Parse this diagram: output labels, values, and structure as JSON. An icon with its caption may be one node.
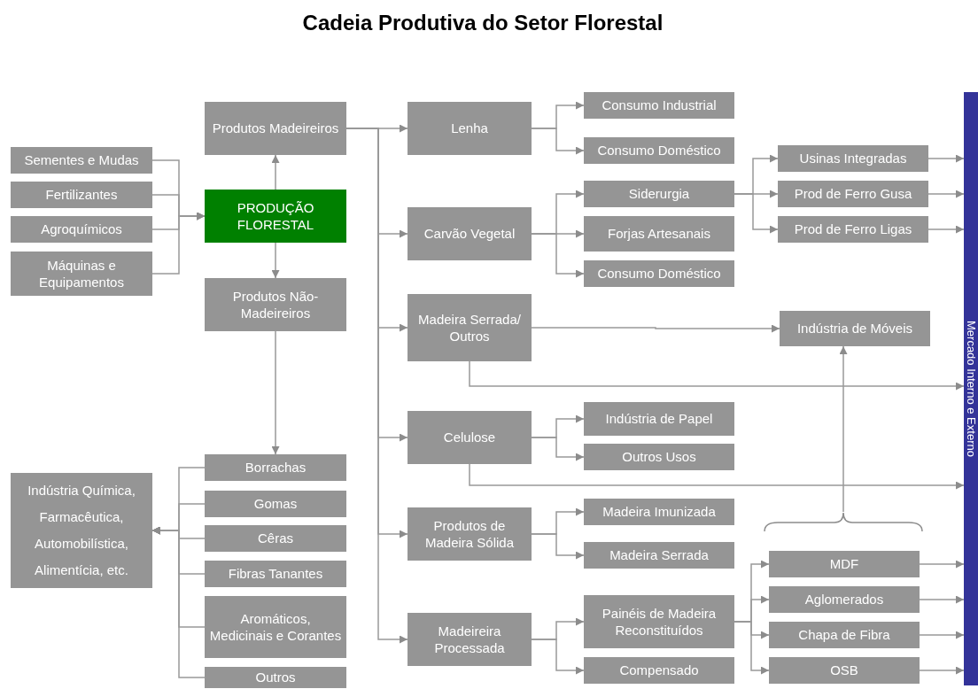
{
  "diagram": {
    "title": "Cadeia Produtiva do Setor Florestal",
    "nodes": [
      {
        "text": [
          "Sementes e Mudas"
        ]
      },
      {
        "text": [
          "Fertilizantes"
        ]
      },
      {
        "text": [
          "Agroquímicos"
        ]
      },
      {
        "text": [
          "Máquinas e Equipamentos"
        ]
      },
      {
        "text": [
          "PRODUÇÃO FLORESTAL"
        ]
      },
      {
        "text": [
          "Produtos Madeireiros"
        ]
      },
      {
        "text": [
          "Produtos Não-Madeireiros"
        ]
      },
      {
        "text": [
          "Lenha"
        ]
      },
      {
        "text": [
          "Consumo Industrial"
        ]
      },
      {
        "text": [
          "Consumo Doméstico"
        ]
      },
      {
        "text": [
          "Carvão Vegetal"
        ]
      },
      {
        "text": [
          "Siderurgia"
        ]
      },
      {
        "text": [
          "Forjas Artesanais"
        ]
      },
      {
        "text": [
          "Consumo Doméstico"
        ]
      },
      {
        "text": [
          "Usinas Integradas"
        ]
      },
      {
        "text": [
          "Prod de Ferro Gusa"
        ]
      },
      {
        "text": [
          "Prod de Ferro Ligas"
        ]
      },
      {
        "text": [
          "Madeira Serrada/ Outros"
        ]
      },
      {
        "text": [
          "Indústria de Móveis"
        ]
      },
      {
        "text": [
          "Celulose"
        ]
      },
      {
        "text": [
          "Indústria de Papel"
        ]
      },
      {
        "text": [
          "Outros Usos"
        ]
      },
      {
        "text": [
          "Produtos de Madeira Sólida"
        ]
      },
      {
        "text": [
          "Madeira Imunizada"
        ]
      },
      {
        "text": [
          "Madeira Serrada"
        ]
      },
      {
        "text": [
          "Madeireira Processada"
        ]
      },
      {
        "text": [
          "Painéis de Madeira Reconstituídos"
        ]
      },
      {
        "text": [
          "Compensado"
        ]
      },
      {
        "text": [
          "MDF"
        ]
      },
      {
        "text": [
          "Aglomerados"
        ]
      },
      {
        "text": [
          "Chapa de Fibra"
        ]
      },
      {
        "text": [
          "OSB"
        ]
      },
      {
        "text": [
          "Mercado Interno e Externo"
        ]
      },
      {
        "text": [
          "Borrachas"
        ]
      },
      {
        "text": [
          "Gomas"
        ]
      },
      {
        "text": [
          "Cêras"
        ]
      },
      {
        "text": [
          "Fibras Tanantes"
        ]
      },
      {
        "text": [
          "Aromáticos, Medicinais e Corantes"
        ]
      },
      {
        "text": [
          "Outros"
        ]
      },
      {
        "text": [
          "Indústria Química, Farmacêutica, Automobilística, Alimentícia, etc."
        ]
      },
      {
        "text": [],
        "shape": "brace"
      }
    ],
    "edges": [
      {
        "from": 0,
        "to": 4,
        "arrow": "to"
      },
      {
        "from": 1,
        "to": 4,
        "arrow": "to"
      },
      {
        "from": 2,
        "to": 4,
        "arrow": "to"
      },
      {
        "from": 3,
        "to": 4,
        "arrow": "to"
      },
      {
        "from": 4,
        "to": 5,
        "arrow": "to"
      },
      {
        "from": 4,
        "to": 6,
        "arrow": "to"
      },
      {
        "from": 5,
        "to": 7,
        "arrow": "to"
      },
      {
        "from": 5,
        "to": 10,
        "arrow": "to"
      },
      {
        "from": 5,
        "to": 17,
        "arrow": "to"
      },
      {
        "from": 5,
        "to": 19,
        "arrow": "to"
      },
      {
        "from": 5,
        "to": 22,
        "arrow": "to"
      },
      {
        "from": 5,
        "to": 25,
        "arrow": "to"
      },
      {
        "from": 7,
        "to": 8,
        "arrow": "to"
      },
      {
        "from": 7,
        "to": 9,
        "arrow": "to"
      },
      {
        "from": 10,
        "to": 11,
        "arrow": "to"
      },
      {
        "from": 10,
        "to": 12,
        "arrow": "to"
      },
      {
        "from": 10,
        "to": 13,
        "arrow": "to"
      },
      {
        "from": 11,
        "to": 14,
        "arrow": "to"
      },
      {
        "from": 11,
        "to": 15,
        "arrow": "to"
      },
      {
        "from": 11,
        "to": 16,
        "arrow": "to"
      },
      {
        "from": 14,
        "to": 32,
        "arrow": "to"
      },
      {
        "from": 15,
        "to": 32,
        "arrow": "to"
      },
      {
        "from": 16,
        "to": 32,
        "arrow": "to"
      },
      {
        "from": 17,
        "to": 18,
        "arrow": "to"
      },
      {
        "from": 17,
        "to": 32,
        "arrow": "to"
      },
      {
        "from": 19,
        "to": 20,
        "arrow": "to"
      },
      {
        "from": 19,
        "to": 21,
        "arrow": "to"
      },
      {
        "from": 19,
        "to": 32,
        "arrow": "to"
      },
      {
        "from": 22,
        "to": 23,
        "arrow": "to"
      },
      {
        "from": 22,
        "to": 24,
        "arrow": "to"
      },
      {
        "from": 25,
        "to": 26,
        "arrow": "to"
      },
      {
        "from": 25,
        "to": 27,
        "arrow": "to"
      },
      {
        "from": 26,
        "to": 28,
        "arrow": "to"
      },
      {
        "from": 26,
        "to": 29,
        "arrow": "to"
      },
      {
        "from": 26,
        "to": 30,
        "arrow": "to"
      },
      {
        "from": 26,
        "to": 31,
        "arrow": "to"
      },
      {
        "from": 28,
        "to": 32,
        "arrow": "to"
      },
      {
        "from": 29,
        "to": 32,
        "arrow": "to"
      },
      {
        "from": 30,
        "to": 32,
        "arrow": "to"
      },
      {
        "from": 31,
        "to": 32,
        "arrow": "to"
      },
      {
        "from": 40,
        "to": 18,
        "arrow": "to"
      },
      {
        "from": 6,
        "to": 33,
        "arrow": "to"
      },
      {
        "from": 33,
        "to": 39,
        "arrow": "to"
      },
      {
        "from": 34,
        "to": 39,
        "arrow": "to"
      },
      {
        "from": 35,
        "to": 39,
        "arrow": "to"
      },
      {
        "from": 36,
        "to": 39,
        "arrow": "to"
      },
      {
        "from": 37,
        "to": 39,
        "arrow": "to"
      },
      {
        "from": 38,
        "to": 39,
        "arrow": "to"
      }
    ]
  }
}
